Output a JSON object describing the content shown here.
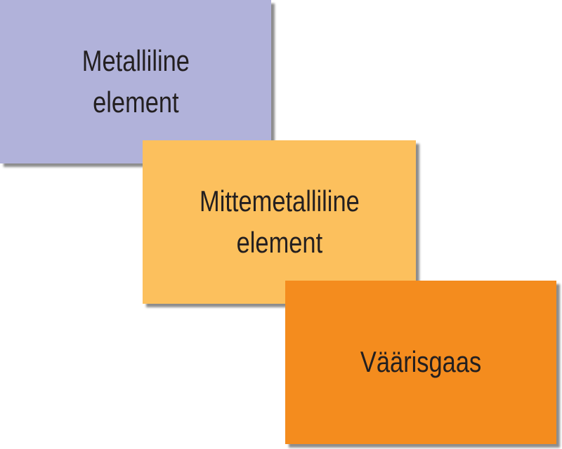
{
  "cards": [
    {
      "label": "Metalliline\nelement",
      "color": "#b1b2da"
    },
    {
      "label": "Mittemetalliline\nelement",
      "color": "#fcc05d"
    },
    {
      "label": "Väärisgaas",
      "color": "#f48c1e"
    }
  ]
}
